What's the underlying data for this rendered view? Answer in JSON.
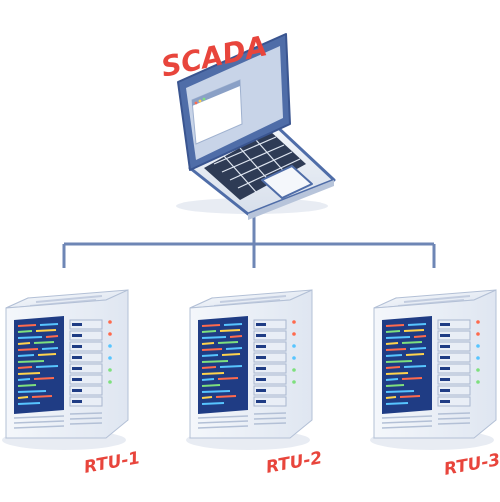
{
  "diagram": {
    "master": {
      "label": "SCADA"
    },
    "rtus": [
      {
        "label": "RTU-1"
      },
      {
        "label": "RTU-2"
      },
      {
        "label": "RTU-3"
      }
    ]
  },
  "colors": {
    "label": "#e8453c",
    "bus_line": "#6e86b5",
    "laptop_frame": "#4f6da8",
    "server_body": "#e3e9f3",
    "server_rack": "#1f3c84"
  }
}
